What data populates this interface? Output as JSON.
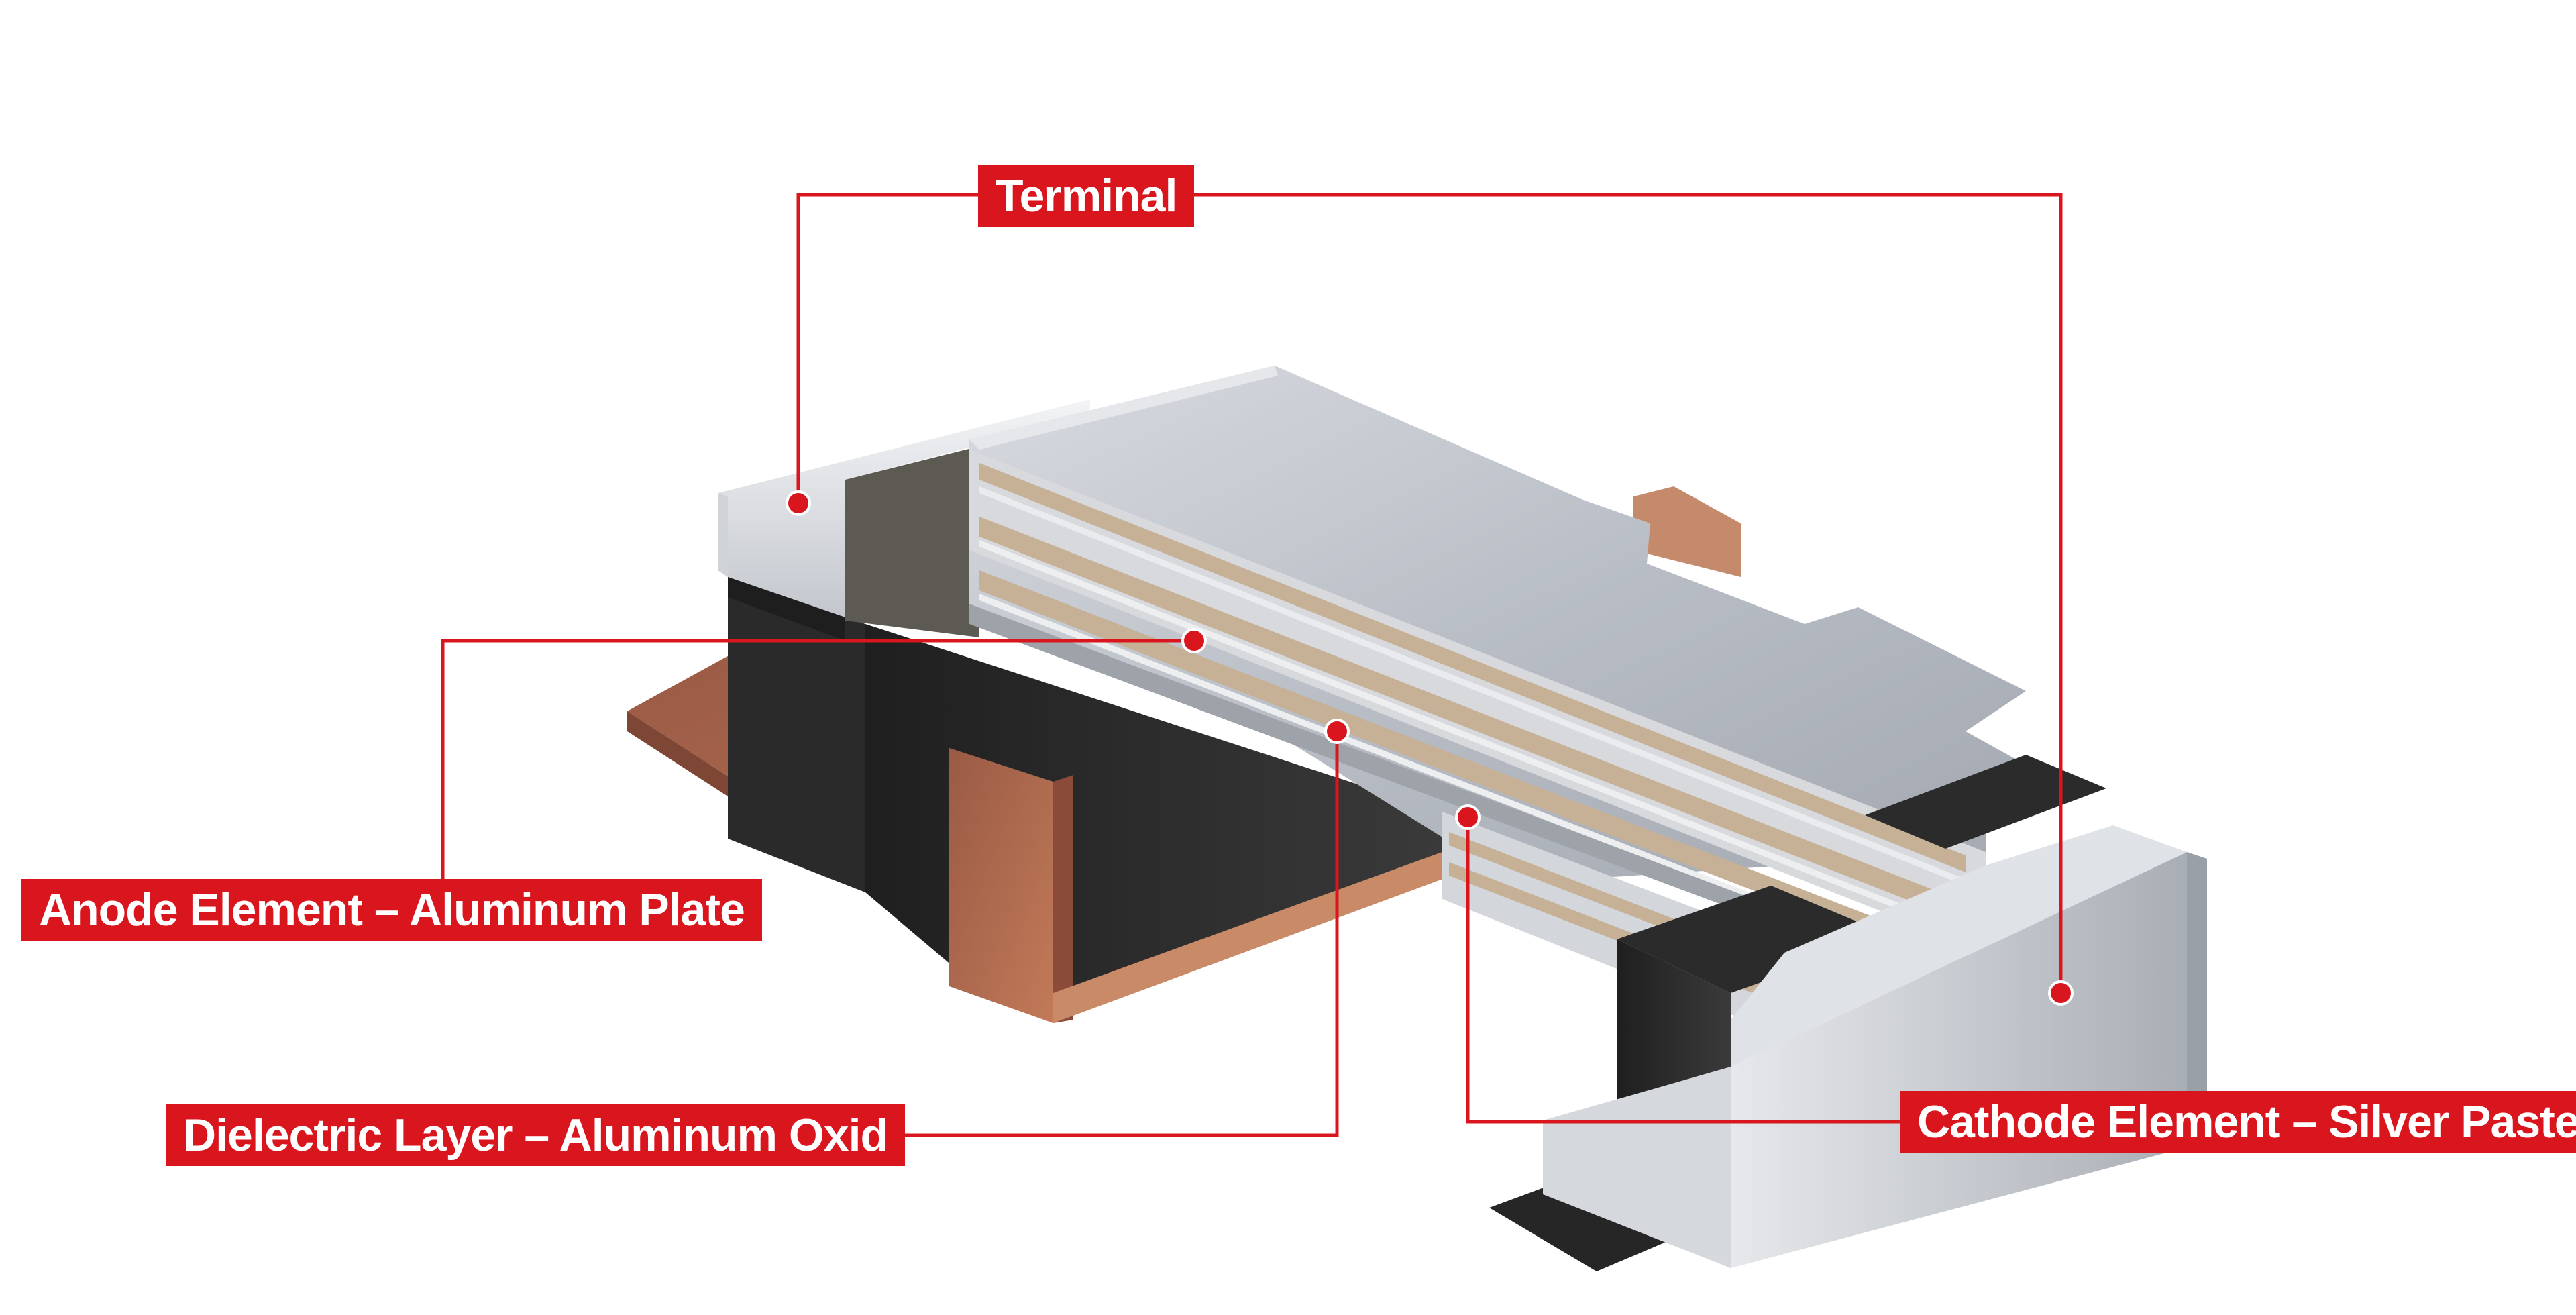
{
  "labels": {
    "terminal": "Terminal",
    "anode": "Anode Element – Aluminum Plate",
    "dielectric": "Dielectric Layer – Aluminum Oxid",
    "cathode": "Cathode Element – Silver Paste"
  },
  "colors": {
    "accent": "#d9151e",
    "copper": "#b76a4c",
    "body_dark": "#2e2e2e",
    "terminal_silver": "#c9ced6",
    "dielectric_tan": "#cbb89e",
    "background": "#ffffff"
  }
}
